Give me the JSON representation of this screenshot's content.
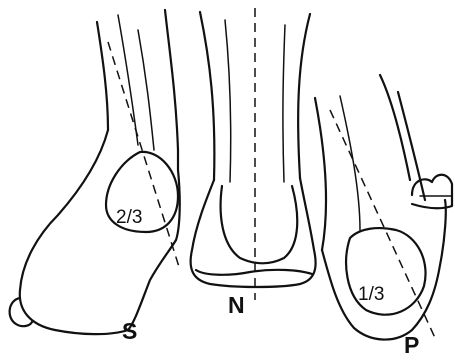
{
  "figure": {
    "left_foot": {
      "ratio": "2/3",
      "letter": "S"
    },
    "middle_foot": {
      "letter": "N"
    },
    "right_foot": {
      "ratio": "1/3",
      "letter": "P"
    }
  }
}
